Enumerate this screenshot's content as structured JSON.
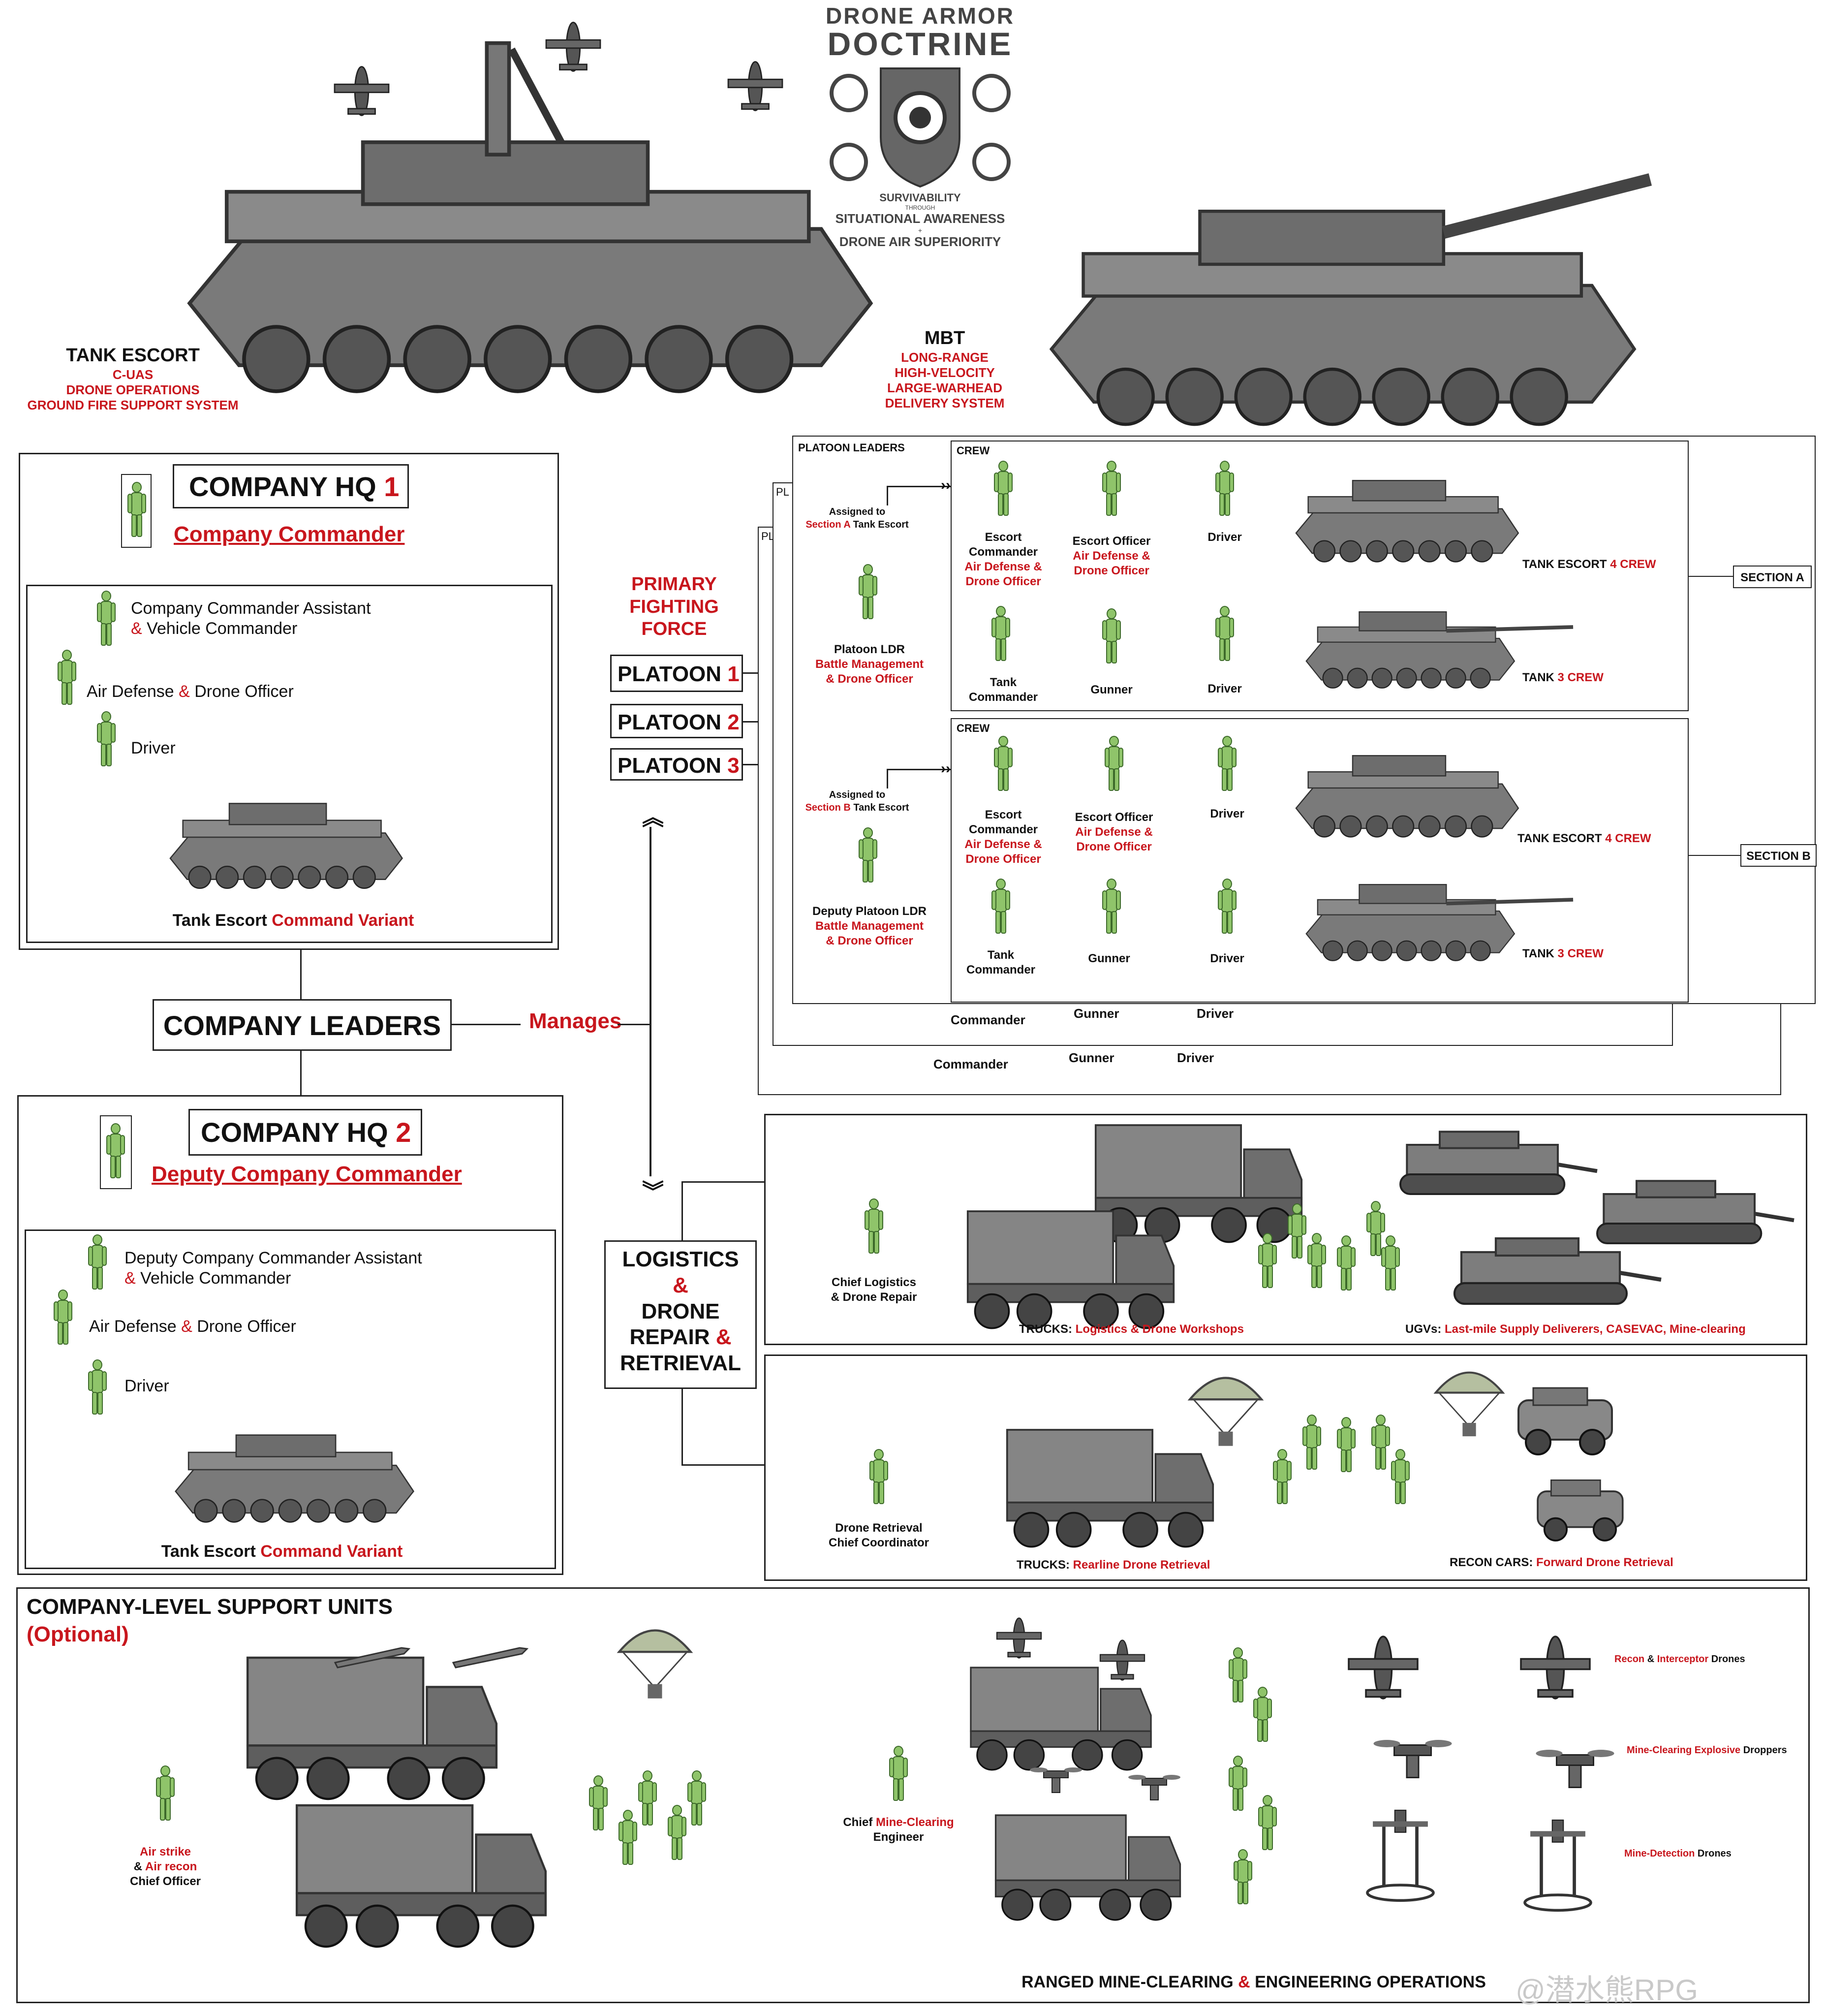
{
  "doctrine": {
    "title_line1": "DRONE ARMOR",
    "title_line2": "DOCTRINE",
    "pillar1": "SURVIVABILITY",
    "through": "THROUGH",
    "pillar2": "SITUATIONAL AWARENESS",
    "plus": "+",
    "pillar3": "DRONE AIR SUPERIORITY"
  },
  "tank_escort": {
    "name": "TANK ESCORT",
    "l1": "C-UAS",
    "l2": "DRONE OPERATIONS",
    "l3": "GROUND FIRE SUPPORT SYSTEM"
  },
  "mbt": {
    "name": "MBT",
    "l1": "LONG-RANGE",
    "l2": "HIGH-VELOCITY",
    "l3": "LARGE-WARHEAD",
    "l4": "DELIVERY SYSTEM"
  },
  "hq1": {
    "title": "COMPANY HQ ",
    "num": "1",
    "commander": "Company Commander",
    "assistant_a": "Company Commander Assistant",
    "amp": "&",
    "assistant_b": "Vehicle Commander",
    "ad_a": "Air Defense ",
    "ad_b": " Drone Officer",
    "driver": "Driver",
    "veh_a": "Tank Escort ",
    "veh_b": "Command Variant"
  },
  "hq2": {
    "title": "COMPANY HQ ",
    "num": "2",
    "commander": "Deputy Company Commander",
    "assistant_a": "Deputy Company Commander Assistant",
    "amp": "&",
    "assistant_b": "Vehicle Commander",
    "ad_a": "Air Defense ",
    "ad_b": " Drone Officer",
    "driver": "Driver",
    "veh_a": "Tank Escort ",
    "veh_b": "Command Variant"
  },
  "leaders": {
    "label": "COMPANY LEADERS",
    "manages": "Manages"
  },
  "pff": {
    "l1": "PRIMARY",
    "l2": "FIGHTING",
    "l3": "FORCE"
  },
  "platoons": [
    {
      "label": "PLATOON ",
      "num": "1"
    },
    {
      "label": "PLATOON ",
      "num": "2"
    },
    {
      "label": "PLATOON ",
      "num": "3"
    }
  ],
  "platoon_panel": {
    "header": "PLATOON LEADERS",
    "stack_abbrev": "PL",
    "crew_label": "CREW",
    "sections": [
      {
        "assigned": "Assigned to",
        "assigned_sec": "Section A",
        "assigned_rest": " Tank Escort",
        "leader": "Platoon LDR",
        "leader_l2": "Battle Management",
        "leader_l3": "& Drone Officer",
        "section_label": "SECTION A",
        "escort_cmd": "Escort",
        "escort_cmd2": "Commander",
        "escort_cmd3": "Air Defense &",
        "escort_cmd4": "Drone Officer",
        "escort_off": "Escort Officer",
        "escort_off2": "Air Defense &",
        "escort_off3": "Drone Officer",
        "driver": "Driver",
        "tank_cmd": "Tank",
        "tank_cmd2": "Commander",
        "gunner": "Gunner",
        "driver2": "Driver",
        "escort_tank": "TANK ESCORT ",
        "escort_crew": "4 CREW",
        "tank": "TANK ",
        "tank_crew": "3 CREW"
      },
      {
        "assigned": "Assigned to",
        "assigned_sec": "Section B",
        "assigned_rest": " Tank Escort",
        "leader": "Deputy Platoon LDR",
        "leader_l2": "Battle Management",
        "leader_l3": "& Drone Officer",
        "section_label": "SECTION B",
        "escort_cmd": "Escort",
        "escort_cmd2": "Commander",
        "escort_cmd3": "Air Defense &",
        "escort_cmd4": "Drone Officer",
        "escort_off": "Escort Officer",
        "escort_off2": "Air Defense &",
        "escort_off3": "Drone Officer",
        "driver": "Driver",
        "tank_cmd": "Tank",
        "tank_cmd2": "Commander",
        "gunner": "Gunner",
        "driver2": "Driver",
        "escort_tank": "TANK ESCORT ",
        "escort_crew": "4 CREW",
        "tank": "TANK ",
        "tank_crew": "3 CREW"
      }
    ],
    "stack_rows": [
      {
        "c": "Commander",
        "g": "Gunner",
        "d": "Driver"
      },
      {
        "c": "Commander",
        "g": "Gunner",
        "d": "Driver"
      }
    ]
  },
  "logistics": {
    "l1": "LOGISTICS",
    "l2": "&",
    "l3": "DRONE",
    "l4a": "REPAIR ",
    "l4b": "&",
    "l5": "RETRIEVAL",
    "chief1_a": "Chief Logistics",
    "chief1_b": "& Drone Repair",
    "trucks1_a": "TRUCKS: ",
    "trucks1_b": "Logistics & Drone Workshops",
    "ugv_a": "UGVs: ",
    "ugv_b": "Last-mile Supply Deliverers, CASEVAC, Mine-clearing",
    "chief2_a": "Drone Retrieval",
    "chief2_b": "Chief Coordinator",
    "trucks2_a": "TRUCKS: ",
    "trucks2_b": "Rearline Drone Retrieval",
    "recon_a": "RECON CARS: ",
    "recon_b": "Forward Drone Retrieval"
  },
  "support": {
    "title": "COMPANY-LEVEL SUPPORT UNITS",
    "optional": "(Optional)",
    "air_a": "Air strike",
    "air_b1": "& ",
    "air_b2": "Air recon",
    "air_c": "Chief Officer",
    "chief_a": "Chief ",
    "chief_b": "Mine-Clearing",
    "chief_c": "Engineer",
    "d1_a": "Recon ",
    "d1_b": "& ",
    "d1_c": "Interceptor",
    "d1_d": " Drones",
    "d2_a": "Mine-Clearing Explosive",
    "d2_b": " Droppers",
    "d3_a": "Mine-Detection",
    "d3_b": " Drones",
    "bottom_a": "RANGED MINE-CLEARING ",
    "bottom_b": "&",
    "bottom_c": " ENGINEERING OPERATIONS"
  },
  "watermark": "@潜水熊RPG",
  "colors": {
    "accent_red": "#c8161d",
    "soldier_green": "#8fc46a",
    "vehicle_gray": "#6e6e6e"
  }
}
